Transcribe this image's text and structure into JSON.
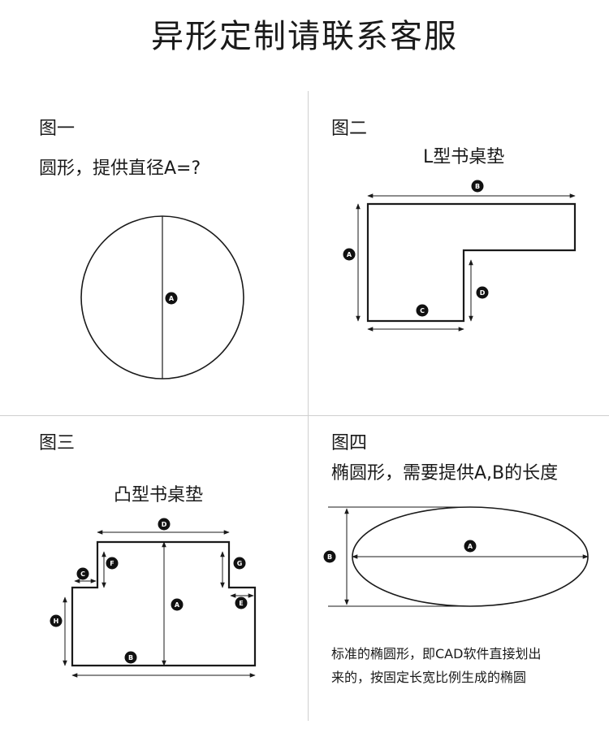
{
  "page": {
    "title": "异形定制请联系客服"
  },
  "panels": [
    {
      "label": "图一",
      "desc": "圆形，提供直径A=?",
      "markers": [
        "A"
      ]
    },
    {
      "label": "图二",
      "subtitle": "L型书桌垫",
      "markers": [
        "A",
        "B",
        "C",
        "D"
      ]
    },
    {
      "label": "图三",
      "subtitle": "凸型书桌垫",
      "markers": [
        "B",
        "C",
        "D",
        "E",
        "F",
        "G",
        "H",
        "A"
      ]
    },
    {
      "label": "图四",
      "desc": "椭圆形，需要提供A,B的长度",
      "markers": [
        "A",
        "B"
      ],
      "note_line1": "标准的椭圆形，即CAD软件直接划出",
      "note_line2": "来的，按固定长宽比例生成的椭圆"
    }
  ]
}
